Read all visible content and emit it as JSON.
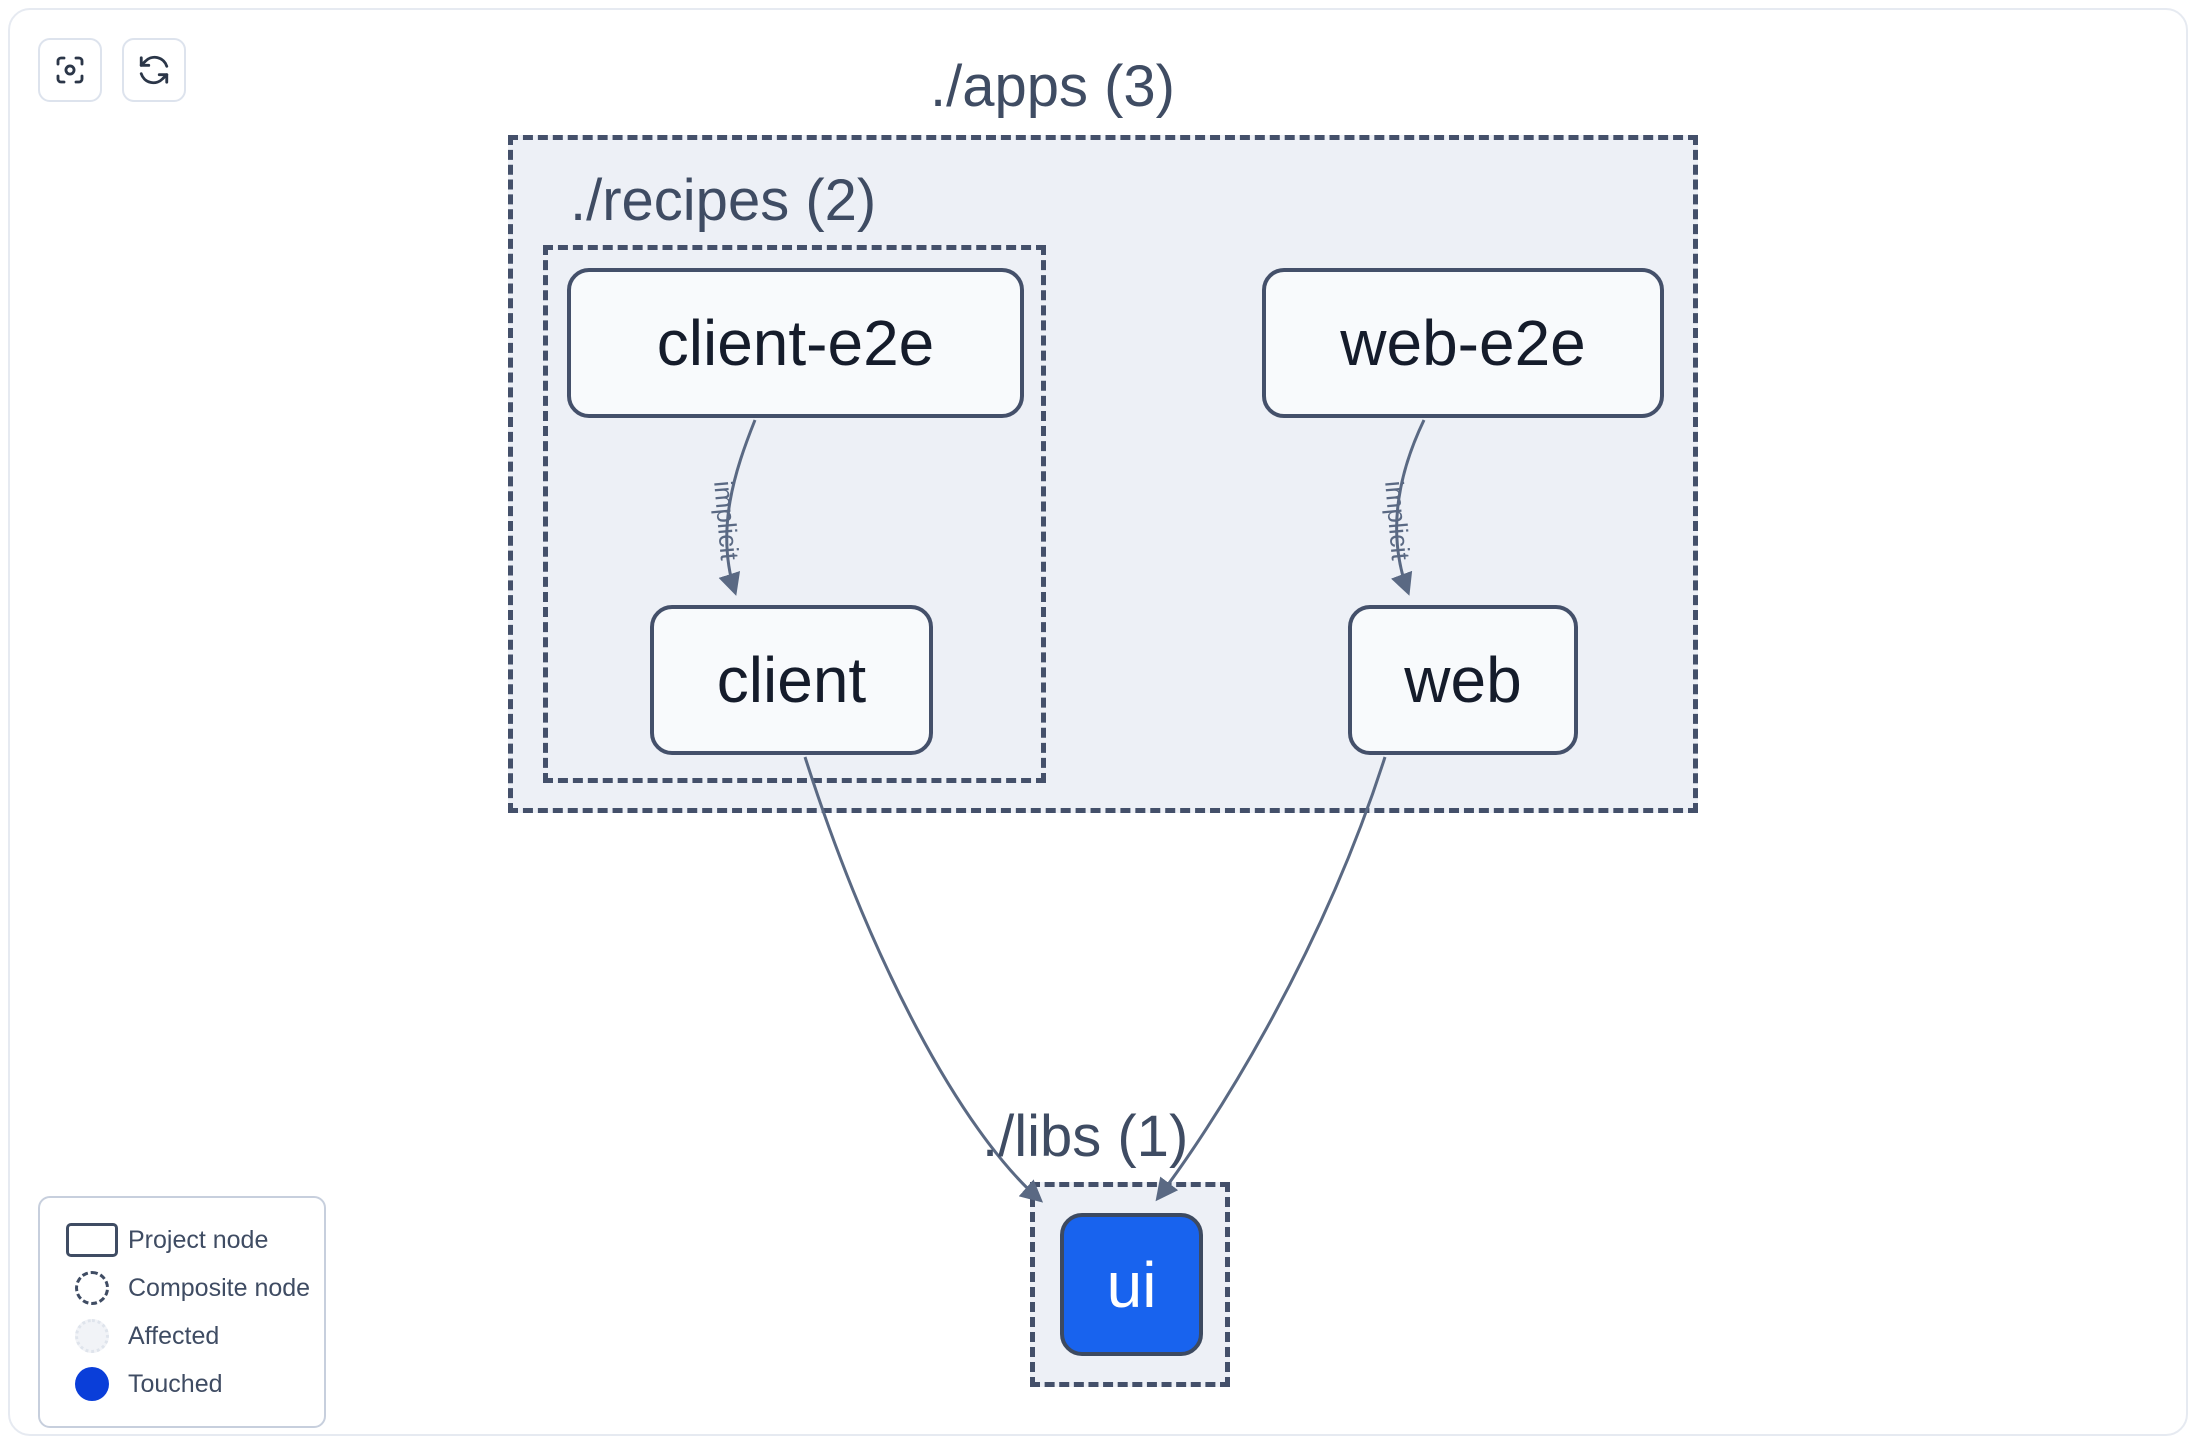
{
  "toolbar": {
    "buttons": [
      {
        "name": "focus-graph-button",
        "icon": "focus-target-icon",
        "title": "Focus graph"
      },
      {
        "name": "refresh-graph-button",
        "icon": "refresh-icon",
        "title": "Refresh graph"
      }
    ]
  },
  "graph": {
    "groups": [
      {
        "id": "apps",
        "label": "./apps (3)",
        "count": 3
      },
      {
        "id": "recipes",
        "label": "./recipes (2)",
        "count": 2
      },
      {
        "id": "libs",
        "label": "./libs (1)",
        "count": 1
      }
    ],
    "nodes": [
      {
        "id": "client-e2e",
        "label": "client-e2e",
        "group": "recipes",
        "state": "project"
      },
      {
        "id": "client",
        "label": "client",
        "group": "recipes",
        "state": "project"
      },
      {
        "id": "web-e2e",
        "label": "web-e2e",
        "group": "apps",
        "state": "project"
      },
      {
        "id": "web",
        "label": "web",
        "group": "apps",
        "state": "project"
      },
      {
        "id": "ui",
        "label": "ui",
        "group": "libs",
        "state": "touched"
      }
    ],
    "edges": [
      {
        "from": "client-e2e",
        "to": "client",
        "label": "implicit"
      },
      {
        "from": "web-e2e",
        "to": "web",
        "label": "implicit"
      },
      {
        "from": "client",
        "to": "ui",
        "label": ""
      },
      {
        "from": "web",
        "to": "ui",
        "label": ""
      }
    ]
  },
  "legend": {
    "items": [
      {
        "swatch": "project-node-swatch",
        "label": "Project node"
      },
      {
        "swatch": "composite-node-swatch",
        "label": "Composite node"
      },
      {
        "swatch": "affected-swatch",
        "label": "Affected"
      },
      {
        "swatch": "touched-swatch",
        "label": "Touched"
      }
    ]
  },
  "colors": {
    "touched": "#0a3ed9",
    "node_touched_fill": "#1863ee",
    "group_fill": "#edf0f6",
    "border": "#44506a",
    "text": "#151c2b",
    "muted_text": "#3f4c63",
    "edge": "#5a6983",
    "canvas": "#ffffff"
  }
}
